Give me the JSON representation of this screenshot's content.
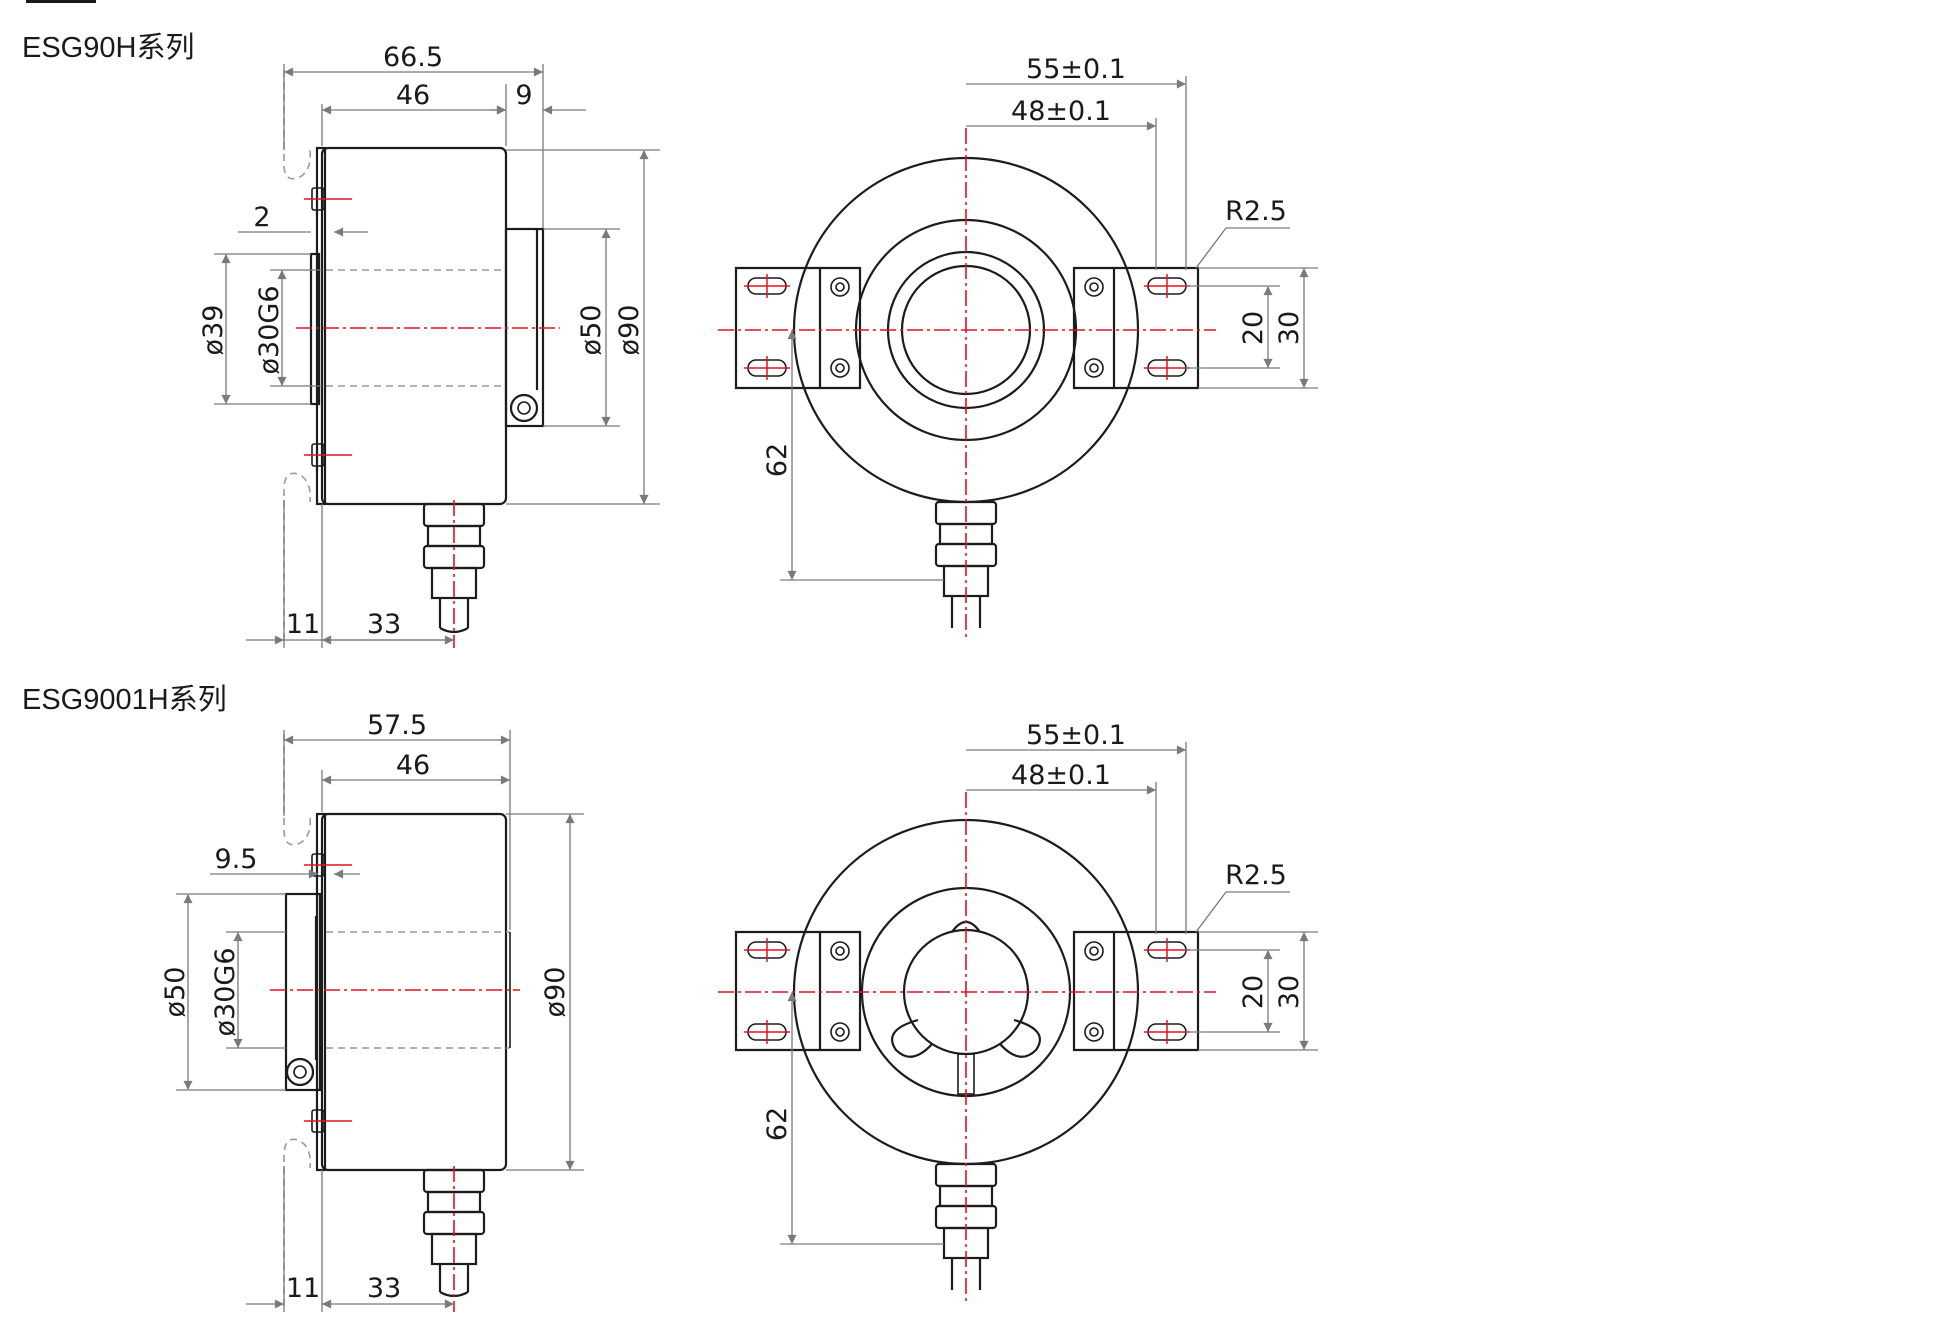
{
  "top_accent_color": "#1a1a1a",
  "centerline_color": "#e0141e",
  "sections": [
    {
      "title": "ESG90H系列",
      "side": {
        "d_overall": "66.5",
        "d_body": "46",
        "d_shaft_len": "9",
        "d_gap": "2",
        "d_flange": "ø39",
        "d_bore": "ø30G6",
        "d_hub": "ø50",
        "d_body_dia": "ø90",
        "d_bottom_a": "11",
        "d_bottom_b": "33"
      },
      "front": {
        "d_mount_outer": "55±0.1",
        "d_mount_inner": "48±0.1",
        "d_radius": "R2.5",
        "d_slot_h": "20",
        "d_bracket_h": "30",
        "d_height": "62"
      }
    },
    {
      "title": "ESG9001H系列",
      "side": {
        "d_overall": "57.5",
        "d_body": "46",
        "d_gap": "9.5",
        "d_hub": "ø50",
        "d_bore": "ø30G6",
        "d_body_dia": "ø90",
        "d_bottom_a": "11",
        "d_bottom_b": "33"
      },
      "front": {
        "d_mount_outer": "55±0.1",
        "d_mount_inner": "48±0.1",
        "d_radius": "R2.5",
        "d_slot_h": "20",
        "d_bracket_h": "30",
        "d_height": "62"
      }
    }
  ]
}
